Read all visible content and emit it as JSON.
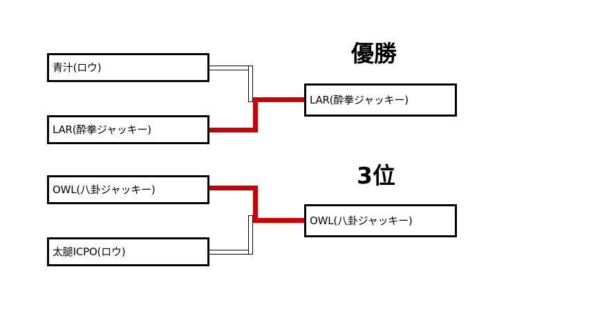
{
  "bracket": {
    "sections": [
      {
        "id": "upper",
        "caption": "優勝",
        "round1": [
          {
            "name": "青汁(ロウ)",
            "winner": false
          },
          {
            "name": "LAR(酔拳ジャッキー)",
            "winner": true
          }
        ],
        "result": "LAR(酔拳ジャッキー)"
      },
      {
        "id": "lower",
        "caption": "3位",
        "round1": [
          {
            "name": "OWL(八卦ジャッキー)",
            "winner": true
          },
          {
            "name": "太腿ICPO(ロウ)",
            "winner": false
          }
        ],
        "result": "OWL(八卦ジャッキー)"
      }
    ],
    "colors": {
      "winner_line": "#cc0000",
      "loser_line": "#000000",
      "box_border": "#000000",
      "background": "#ffffff",
      "text": "#000000"
    }
  }
}
